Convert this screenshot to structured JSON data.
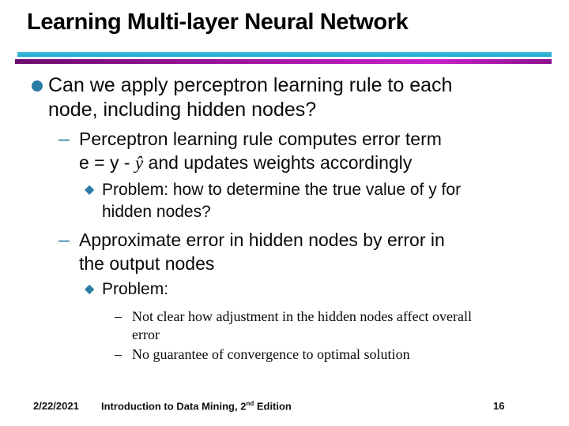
{
  "slide": {
    "title": "Learning Multi-layer Neural Network",
    "colors": {
      "bullet_teal": "#2B7DA6",
      "rule_cyan": "#29AECF",
      "rule_magenta_start": "#6E0D6E",
      "rule_magenta_mid": "#C71FC9",
      "rule_magenta_end": "#8A128C",
      "text": "#0A0A0A"
    },
    "icons": {
      "disc_bullet": "filled-circle",
      "dash_glyph": "–",
      "diamond_glyph": "◆"
    },
    "bullets": [
      {
        "level": 1,
        "marker": "disc",
        "line1": "Can we apply perceptron learning rule to each",
        "line2": "node, including hidden nodes?"
      },
      {
        "level": 2,
        "marker": "dash",
        "line1": "Perceptron learning rule computes error term",
        "line2_pre": "e = y - ",
        "line2_yhat": "ŷ",
        "line2_post": " and updates weights accordingly"
      },
      {
        "level": 3,
        "marker": "diamond",
        "line1": "Problem: how to determine the true value of y for",
        "line2": "hidden nodes?"
      },
      {
        "level": 2,
        "marker": "dash",
        "line1": "Approximate error in hidden nodes by error in",
        "line2": "the output nodes"
      },
      {
        "level": 3,
        "marker": "diamond",
        "line1": "Problem:"
      },
      {
        "level": 4,
        "marker": "dash",
        "line1": "Not clear how adjustment in the hidden nodes affect overall",
        "line2": "error"
      },
      {
        "level": 4,
        "marker": "dash",
        "line1": "No guarantee of convergence to optimal solution"
      }
    ],
    "footer": {
      "date": "2/22/2021",
      "doc_title_pre": "Introduction to Data Mining, 2",
      "doc_title_sup": "nd",
      "doc_title_post": " Edition",
      "page_number": "16"
    }
  }
}
